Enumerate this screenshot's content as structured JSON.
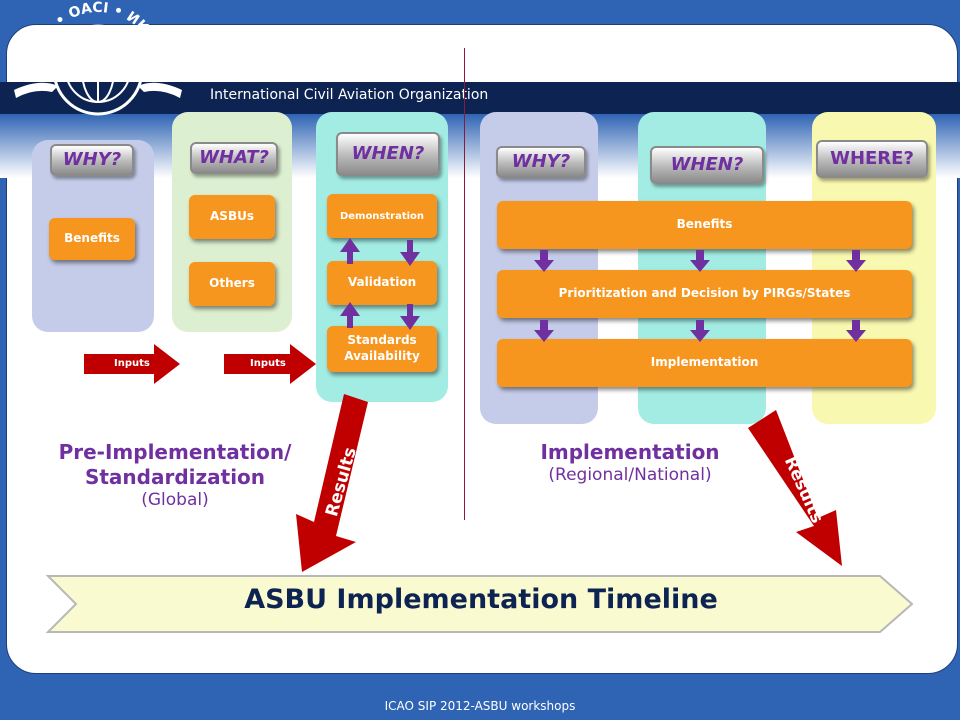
{
  "header": {
    "org_name": "International Civil Aviation Organization",
    "logo_text": "ICAO • OACI • ИКАО"
  },
  "footer": {
    "text": "ICAO SIP 2012-ASBU workshops"
  },
  "pre_implementation": {
    "why_label": "WHY?",
    "benefits": "Benefits",
    "what_label": "WHAT?",
    "asbus": "ASBUs",
    "others": "Others",
    "when_label": "WHEN?",
    "demonstration": "Demonstration",
    "validation": "Validation",
    "standards": "Standards Availability",
    "inputs1": "Inputs",
    "inputs2": "Inputs",
    "results": "Results",
    "title_line1": "Pre-Implementation/",
    "title_line2": "Standardization",
    "scope": "(Global)"
  },
  "implementation": {
    "why_label": "WHY?",
    "when_label": "WHEN?",
    "where_label": "WHERE?",
    "benefits": "Benefits",
    "prioritization": "Prioritization and  Decision by PIRGs/States",
    "implementation": "Implementation",
    "results": "Results",
    "title": "Implementation",
    "scope": "(Regional/National)"
  },
  "timeline": {
    "label": "ASBU Implementation Timeline"
  },
  "colors": {
    "frame_blue": "#2f64b4",
    "dark_band": "#0d2452",
    "orange": "#f7961e",
    "purple": "#7030a0",
    "red": "#c00000",
    "col_lavender": "#c5cce9",
    "col_green": "#dcefd0",
    "col_teal": "#a2ece3",
    "col_yellow": "#f8f8b0"
  }
}
